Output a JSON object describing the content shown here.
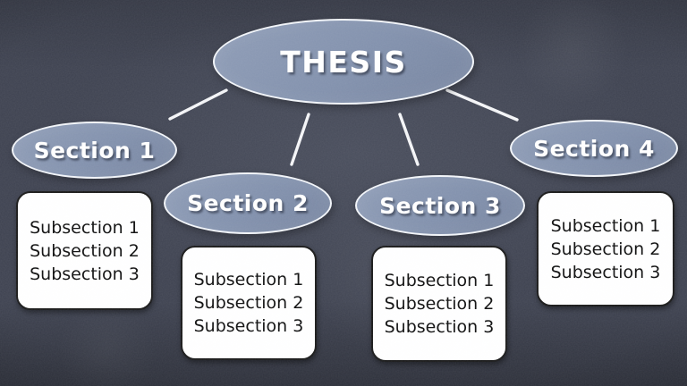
{
  "diagram": {
    "root_label": "THESIS",
    "sections": [
      {
        "label": "Section 1",
        "subsections": [
          "Subsection 1",
          "Subsection 2",
          "Subsection 3"
        ]
      },
      {
        "label": "Section 2",
        "subsections": [
          "Subsection 1",
          "Subsection 2",
          "Subsection 3"
        ]
      },
      {
        "label": "Section 3",
        "subsections": [
          "Subsection 1",
          "Subsection 2",
          "Subsection 3"
        ]
      },
      {
        "label": "Section 4",
        "subsections": [
          "Subsection 1",
          "Subsection 2",
          "Subsection 3"
        ]
      }
    ],
    "colors": {
      "background": "#3e4250",
      "node_fill": "#8190ac",
      "node_border": "#f2f5f9",
      "node_text": "#ffffff",
      "box_fill": "#ffffff",
      "box_border": "#191919",
      "box_text": "#0e0e0e",
      "connector": "#f4f5f7"
    }
  }
}
